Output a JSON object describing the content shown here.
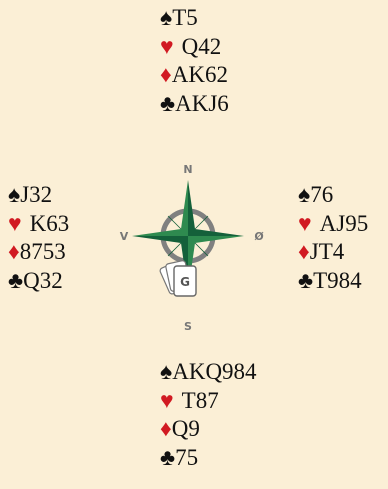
{
  "deal": {
    "north": {
      "spades": "T5",
      "hearts": "Q42",
      "diamonds": "AK62",
      "clubs": "AKJ6"
    },
    "west": {
      "spades": "J32",
      "hearts": "K63",
      "diamonds": "8753",
      "clubs": "Q32"
    },
    "east": {
      "spades": "76",
      "hearts": "AJ95",
      "diamonds": "JT4",
      "clubs": "T984"
    },
    "south": {
      "spades": "AKQ984",
      "hearts": "T87",
      "diamonds": "Q9",
      "clubs": "75"
    }
  },
  "symbols": {
    "spade": "♠",
    "heart": "♥",
    "diamond": "♦",
    "club": "♣"
  },
  "compass": {
    "north_label": "N",
    "south_label": "S",
    "west_label": "V",
    "east_label": "Ø",
    "center_card_label": "G"
  },
  "colors": {
    "background": "#fbefd6",
    "red_suit": "#d11a22",
    "black_suit": "#111111",
    "compass_green": "#2e8a4f",
    "compass_dark_green": "#14603a",
    "compass_gray": "#808080"
  }
}
